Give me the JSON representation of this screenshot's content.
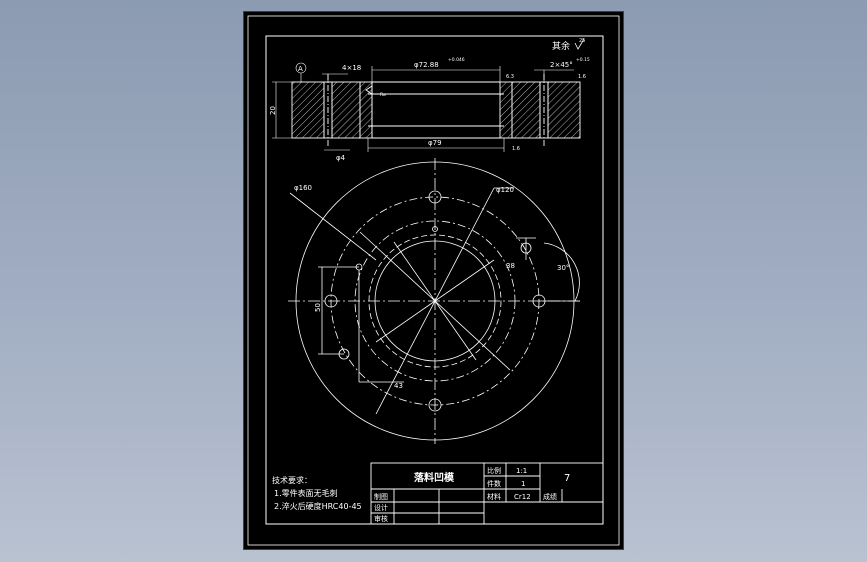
{
  "drawing": {
    "roughness_note": "其余",
    "roughness_symbol_value": "25",
    "section_label": "A",
    "dims": {
      "phi_top": "φ72.88",
      "phi_top_tol": "+0.046",
      "phi_bottom": "φ79",
      "holes_top": "4×18",
      "holes_depth": "φ4",
      "height": "20",
      "chamfer_right": "2×45°",
      "chamfer_tol": "+0.15",
      "chamfer_rough": "1.6",
      "rough_mid": "6.3",
      "rough_bottom": "1.6",
      "left_small": "Ra",
      "phi160": "φ160",
      "phi120": "φ120",
      "angle30": "30°",
      "dim38": "38",
      "dim43": "43",
      "dim50": "50"
    },
    "tech_req": {
      "title": "技术要求：",
      "line1": "1.零件表面无毛刺",
      "line2": "2.淬火后硬度HRC40-45"
    },
    "title_block": {
      "part_name": "落料凹模",
      "scale_label": "比例",
      "scale_value": "1:1",
      "qty_label": "件数",
      "qty_value": "1",
      "material_label": "材料",
      "material_value": "Cr12",
      "weight_label": "成绩",
      "number": "7",
      "draw_label": "制图",
      "design_label": "设计",
      "review_label": "审核"
    }
  }
}
